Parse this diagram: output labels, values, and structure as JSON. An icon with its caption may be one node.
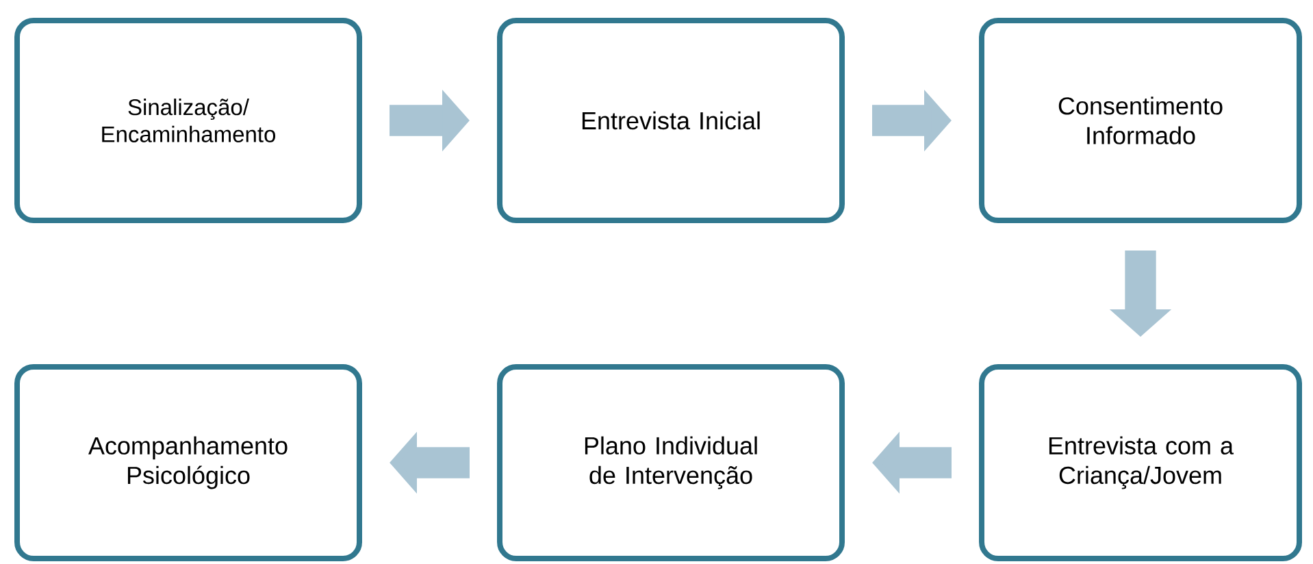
{
  "diagram": {
    "nodes": [
      {
        "text": [
          "Sinalização/ Encaminhamento"
        ]
      },
      {
        "text": [
          "Entrevista Inicial"
        ]
      },
      {
        "text": [
          "Consentimento Informado"
        ]
      },
      {
        "text": [
          "Entrevista com a Criança/Jovem"
        ]
      },
      {
        "text": [
          "Plano Individual de Intervenção"
        ]
      },
      {
        "text": [
          "Acompanhamento Psicológico"
        ]
      }
    ],
    "edges": [
      {
        "from": 0,
        "to": 1,
        "arrow": "to"
      },
      {
        "from": 1,
        "to": 2,
        "arrow": "to"
      },
      {
        "from": 2,
        "to": 3,
        "arrow": "to"
      },
      {
        "from": 3,
        "to": 4,
        "arrow": "to"
      },
      {
        "from": 4,
        "to": 5,
        "arrow": "to"
      }
    ]
  }
}
